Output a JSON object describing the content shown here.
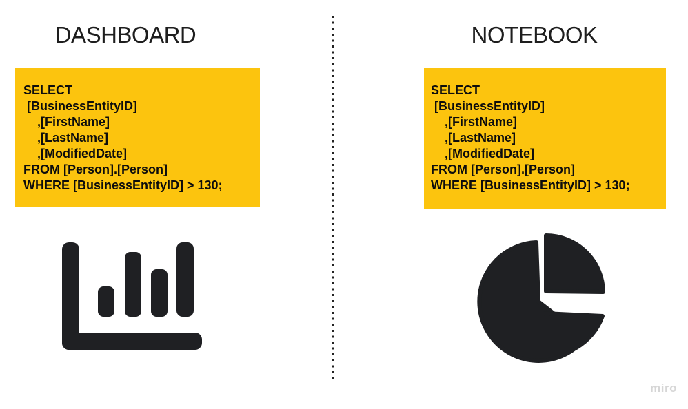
{
  "board": {
    "app_watermark": "miro",
    "divider": {
      "style": "vertical-dotted",
      "color": "#222222"
    }
  },
  "colors": {
    "background": "#ffffff",
    "sticky_yellow": "#fcc40e",
    "icon_dark": "#1f2023",
    "title_text": "#1e1e1e",
    "code_text": "#0d0d0d",
    "watermark_gray": "#d6d6d6"
  },
  "panels": [
    {
      "id": "dashboard",
      "title": "DASHBOARD",
      "sql_query": "SELECT\n [BusinessEntityID]\n    ,[FirstName]\n    ,[LastName]\n    ,[ModifiedDate]\nFROM [Person].[Person]\nWHERE [BusinessEntityID] > 130;",
      "icon": "bar-chart-icon"
    },
    {
      "id": "notebook",
      "title": "NOTEBOOK",
      "sql_query": "SELECT\n [BusinessEntityID]\n    ,[FirstName]\n    ,[LastName]\n    ,[ModifiedDate]\nFROM [Person].[Person]\nWHERE [BusinessEntityID] > 130;",
      "icon": "pie-chart-icon"
    }
  ]
}
